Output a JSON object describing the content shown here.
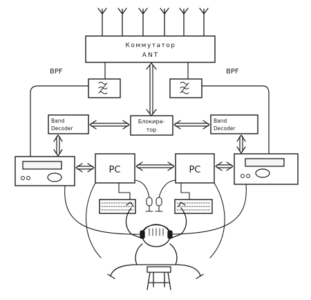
{
  "switch": {
    "line1": "Коммутатор",
    "line2": "ANT"
  },
  "bpf_left": "BPF",
  "bpf_right": "BPF",
  "left_decoder": {
    "line1": "Band",
    "line2": "Decoder"
  },
  "blocker": {
    "line1": "Блокира-",
    "line2": "тор"
  },
  "right_decoder": {
    "line1": "Band",
    "line2": "Decoder"
  },
  "pc_left": "PC",
  "pc_right": "PC"
}
